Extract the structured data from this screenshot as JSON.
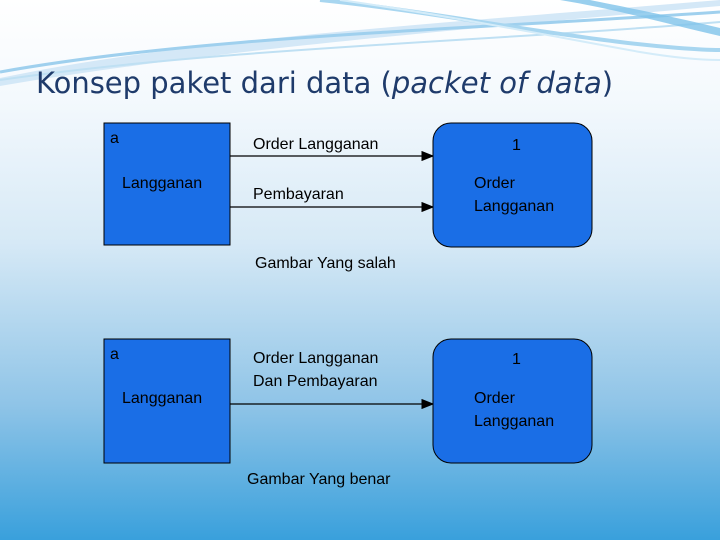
{
  "title": {
    "main": "Konsep paket dari data (",
    "italic": "packet of data",
    "close": ")"
  },
  "diagrams": [
    {
      "caption": "Gambar Yang salah",
      "entity_id": "a",
      "entity_name": "Langganan",
      "flows": [
        "Order Langganan",
        "Pembayaran"
      ],
      "process_number": "1",
      "process_name_line1": "Order",
      "process_name_line2": "Langganan"
    },
    {
      "caption": "Gambar Yang benar",
      "entity_id": "a",
      "entity_name": "Langganan",
      "flow_line1": "Order Langganan",
      "flow_line2": "Dan Pembayaran",
      "process_number": "1",
      "process_name_line1": "Order",
      "process_name_line2": "Langganan"
    }
  ],
  "colors": {
    "box_fill": "#1a6ee6",
    "title": "#1f3b6b",
    "background_bottom": "#39a0dc"
  }
}
